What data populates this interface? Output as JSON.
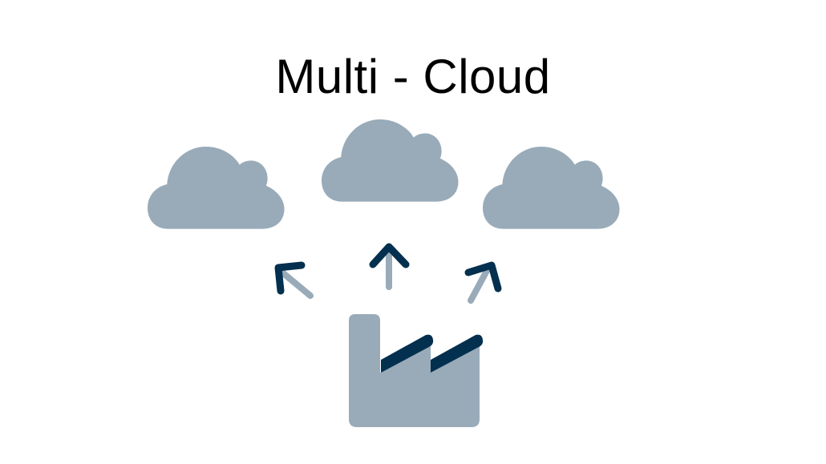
{
  "title": "Multi - Cloud",
  "colors": {
    "cloud": "#99abb9",
    "arrow_head": "#04304f",
    "arrow_shaft": "#99abb9",
    "factory": "#99abb9",
    "factory_roof": "#04304f",
    "background": "#ffffff"
  },
  "diagram": {
    "source": {
      "label": "factory",
      "icon": "factory-icon"
    },
    "targets": [
      {
        "label": "cloud-left",
        "icon": "cloud-icon",
        "arrow": "arrow-up-left-icon"
      },
      {
        "label": "cloud-center",
        "icon": "cloud-icon",
        "arrow": "arrow-up-icon"
      },
      {
        "label": "cloud-right",
        "icon": "cloud-icon",
        "arrow": "arrow-up-right-icon"
      }
    ]
  }
}
